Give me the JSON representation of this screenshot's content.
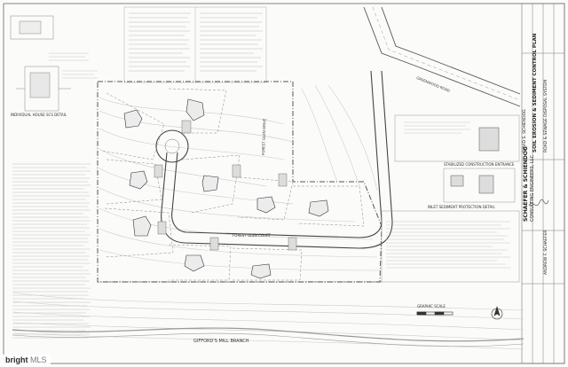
{
  "document": {
    "title_block": {
      "plan_title": "SOIL EROSION & SEDIMENT CONTROL PLAN",
      "firm_name": "SCHAEFER & SCHIENDOG",
      "firm_sub": "CONSULTING ENGINEERS, LLC",
      "engineer": "DAVID S. SCHIENDOG",
      "surveyor": "ANDREW F. SCHAEFER",
      "project": "ROAD & SEWAGE DISPOSAL SYSTEM"
    },
    "details": {
      "individual_house": "INDIVIDUAL HOUSE SCS DETAIL",
      "inlet_sediment": "INLET SEDIMENT PROTECTION DETAIL",
      "stabilized_entrance": "STABILIZED CONSTRUCTION ENTRANCE"
    },
    "site_labels": {
      "street_1": "FOREST GLEN DRIVE",
      "street_2": "FOREST GLEN COURT",
      "road_top": "GREENWOOD ROAD",
      "creek": "GIFFORD'S MILL BRANCH",
      "graphic_scale": "GRAPHIC SCALE"
    },
    "watermark": {
      "brand": "bright",
      "suffix": "MLS"
    }
  }
}
